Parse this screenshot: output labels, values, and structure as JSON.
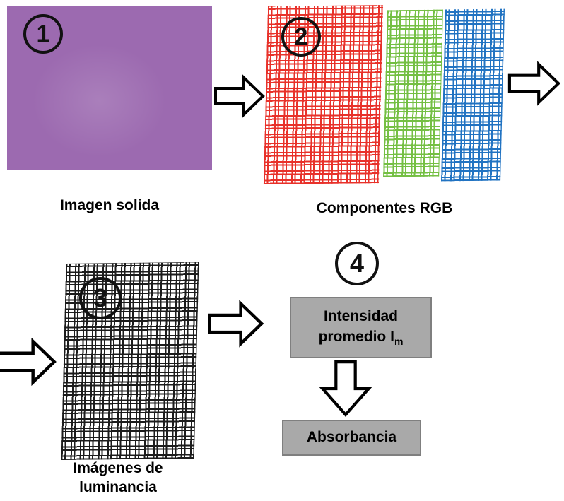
{
  "steps": [
    {
      "number": "1",
      "label": "Imagen solida"
    },
    {
      "number": "2",
      "label": "Componentes RGB"
    },
    {
      "number": "3",
      "label_line1": "Imágenes de",
      "label_line2": "luminancia"
    },
    {
      "number": "4",
      "box1_line1": "Intensidad",
      "box1_line2_prefix": "promedio I",
      "box1_line2_sub": "m",
      "box2_label": "Absorbancia"
    }
  ],
  "colors": {
    "solid_image": "#9c6ab0",
    "grid_red": "#e8312a",
    "grid_green": "#74bf43",
    "grid_blue": "#2173c2",
    "grid_black": "#1c1c1c",
    "box_fill": "#a9a9a9",
    "box_border": "#7f7f7f"
  }
}
